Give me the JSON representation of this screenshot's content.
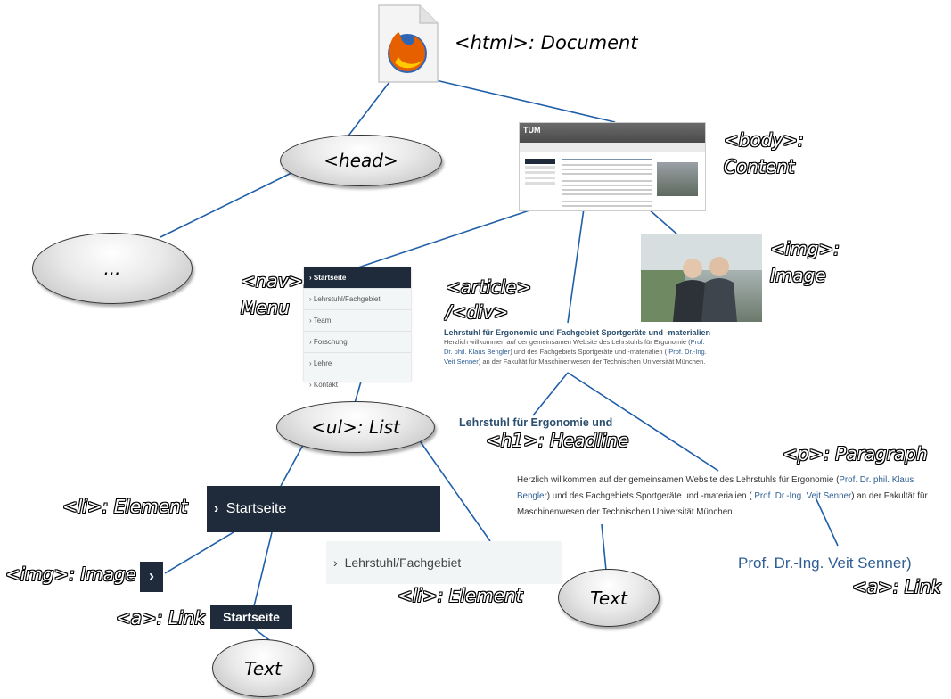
{
  "labels": {
    "html": "<html>: Document",
    "body": "<body>:\nContent",
    "img_top": "<img>:\nImage",
    "nav": "<nav>:\nMenu",
    "article": "<article>\n/<div>",
    "h1": "<h1>: Headline",
    "p": "<p>: Paragraph",
    "li1": "<li>: Element",
    "img_small": "<img>: Image",
    "a1": "<a>: Link",
    "li2": "<li>: Element",
    "a2": "<a>: Link"
  },
  "nodes": {
    "head": "<head>",
    "ellipsis": "...",
    "ul": "<ul>: List",
    "text1": "Text",
    "text2": "Text"
  },
  "nav_items": [
    "Startseite",
    "Lehrstuhl/Fachgebiet",
    "Team",
    "Forschung",
    "Lehre",
    "Kontakt"
  ],
  "startseite": "Startseite",
  "lehrstuhl": "Lehrstuhl/Fachgebiet",
  "article": {
    "title": "Lehrstuhl für Ergonomie und Fachgebiet Sportgeräte und -materialien",
    "p1": "Herzlich willkommen auf der gemeinsamen Website des Lehrstuhls für Ergonomie (",
    "link1": "Prof. Dr. phil. Klaus Bengler",
    "p2": ") und des Fachgebiets Sportgeräte und -materialien ( ",
    "link2": "Prof. Dr.-Ing. Veit Senner",
    "p3": ") an der Fakultät für Maschinenwesen der Technischen Universität München."
  },
  "headline_snippet": "Lehrstuhl für Ergonomie und",
  "paragraph": {
    "p1": "Herzlich willkommen auf der gemeinsamen Website des Lehrstuhls für Ergonomie (",
    "link1": "Prof. Dr. phil. Klaus Bengler",
    "p2": ") und des Fachgebiets Sportgeräte und -materialien ( ",
    "link2": "Prof. Dr.-Ing. Veit Senner",
    "p3": ") an der Fakultät für Maschinenwesen der Technischen Universität München."
  },
  "link_snippet": "Prof. Dr.-Ing. Veit Senner)",
  "mini_logo": "TUM",
  "colors": {
    "edge": "#1f5fa8",
    "nav_dark": "#1f2b3a",
    "link": "#2f5f94"
  }
}
